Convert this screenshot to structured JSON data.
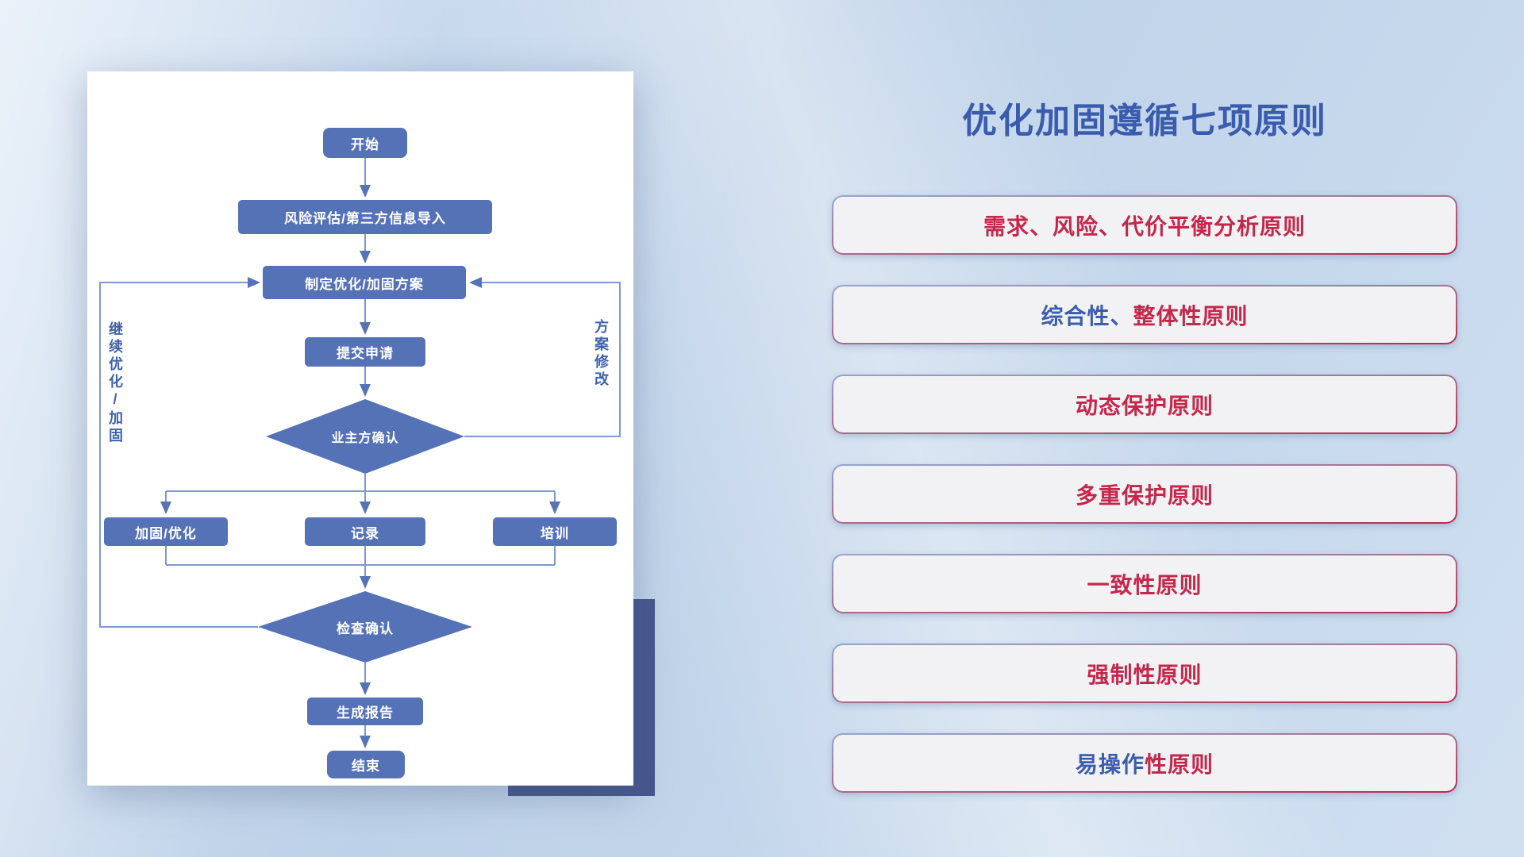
{
  "panel": {
    "title": "优化加固遵循七项原则"
  },
  "colors": {
    "red": "#c5274a",
    "blue": "#3c5dad",
    "node_fill": "#5572b7",
    "line": "#7d99cf"
  },
  "principles": [
    {
      "segments": [
        {
          "text": "需求、风险、代价平衡分析原则",
          "color": "red"
        }
      ]
    },
    {
      "segments": [
        {
          "text": "综合性、",
          "color": "blue"
        },
        {
          "text": "整体性原则",
          "color": "red"
        }
      ]
    },
    {
      "segments": [
        {
          "text": "动态保护原则",
          "color": "red"
        }
      ]
    },
    {
      "segments": [
        {
          "text": "多重保护原则",
          "color": "red"
        }
      ]
    },
    {
      "segments": [
        {
          "text": "一致性原则",
          "color": "red"
        }
      ]
    },
    {
      "segments": [
        {
          "text": "强制性原则",
          "color": "red"
        }
      ]
    },
    {
      "segments": [
        {
          "text": "易操作",
          "color": "blue"
        },
        {
          "text": "性原则",
          "color": "red"
        }
      ]
    }
  ],
  "flowchart": {
    "nodes": {
      "start": "开始",
      "risk_import": "风险评估/第三方信息导入",
      "make_plan": "制定优化/加固方案",
      "submit": "提交申请",
      "owner_confirm": "业主方确认",
      "reinforce": "加固/优化",
      "record": "记录",
      "training": "培训",
      "check_confirm": "检查确认",
      "report": "生成报告",
      "end": "结束"
    },
    "labels": {
      "continue_loop": "继续优化/加固",
      "plan_modify": "方案修改"
    }
  }
}
